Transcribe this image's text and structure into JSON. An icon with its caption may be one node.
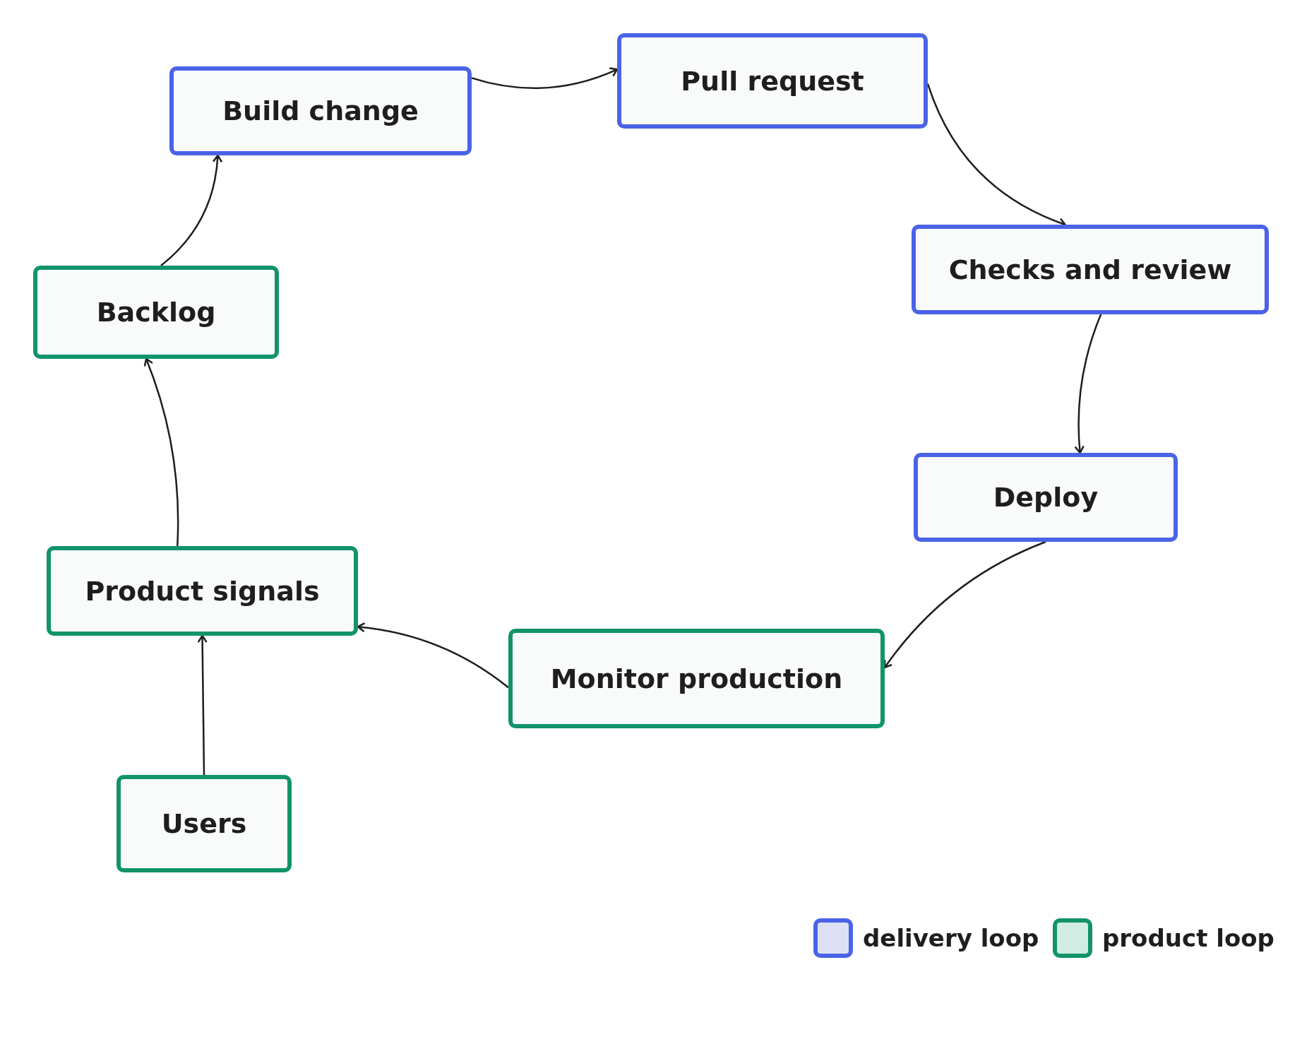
{
  "diagram": {
    "nodes": [
      {
        "text": [
          "Build change"
        ]
      },
      {
        "text": [
          "Pull request"
        ]
      },
      {
        "text": [
          "Checks and review"
        ]
      },
      {
        "text": [
          "Deploy"
        ]
      },
      {
        "text": [
          "Monitor production"
        ]
      },
      {
        "text": [
          "Product signals"
        ]
      },
      {
        "text": [
          "Backlog"
        ]
      },
      {
        "text": [
          "Users"
        ]
      }
    ],
    "edges": [
      {
        "from": 0,
        "to": 1,
        "arrow": "to"
      },
      {
        "from": 1,
        "to": 2,
        "arrow": "to"
      },
      {
        "from": 2,
        "to": 3,
        "arrow": "to"
      },
      {
        "from": 3,
        "to": 4,
        "arrow": "to"
      },
      {
        "from": 4,
        "to": 5,
        "arrow": "to"
      },
      {
        "from": 7,
        "to": 5,
        "arrow": "to"
      },
      {
        "from": 5,
        "to": 6,
        "arrow": "to"
      },
      {
        "from": 6,
        "to": 0,
        "arrow": "to"
      }
    ],
    "legend": [
      {
        "text": "delivery loop",
        "color": "#dde1f6"
      },
      {
        "text": "product loop",
        "color": "#d1ece2"
      }
    ]
  }
}
